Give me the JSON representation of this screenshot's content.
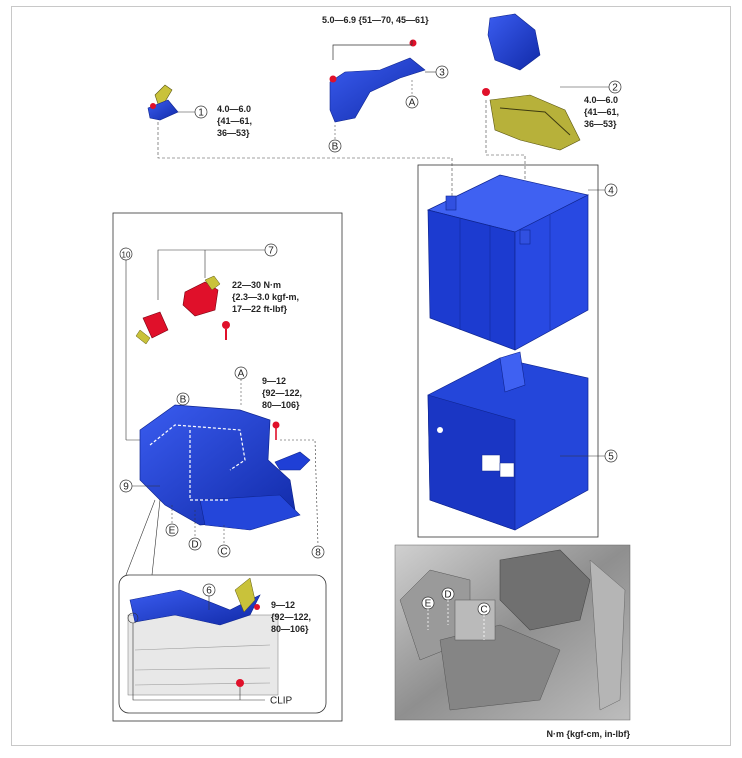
{
  "callouts": {
    "c1": "1",
    "c2": "2",
    "c3": "3",
    "c4": "4",
    "c5": "5",
    "c6": "6",
    "c7": "7",
    "c8": "8",
    "c9": "9",
    "c10": "10"
  },
  "letters": {
    "A_top": "A",
    "B_top": "B",
    "A_tray": "A",
    "B_tray": "B",
    "C_tray": "C",
    "D_tray": "D",
    "E_tray": "E",
    "E_photo": "E",
    "D_photo": "D",
    "C_photo": "C"
  },
  "torques": {
    "t3": "5.0—6.9 {51—70, 45—61}",
    "t1": [
      "4.0—6.0",
      "{41—61,",
      "36—53}"
    ],
    "t2": [
      "4.0—6.0",
      "{41—61,",
      "36—53}"
    ],
    "t_bolt": [
      "22—30 N·m",
      "{2.3—3.0 kgf-m,",
      "17—22 ft-lbf}"
    ],
    "t_8": [
      "9—12",
      "{92—122,",
      "80—106}"
    ],
    "t_6": [
      "9—12",
      "{92—122,",
      "80—106}"
    ]
  },
  "clip_label": "CLIP",
  "units_label": "N·m {kgf-cm, in-lbf}",
  "colors": {
    "part_blue": "#1f3fd6",
    "part_blue_dark": "#0f2590",
    "fastener_red": "#e0102a",
    "bracket_yellow": "#c9c23a",
    "photo_gray": "#a9a9a9"
  }
}
